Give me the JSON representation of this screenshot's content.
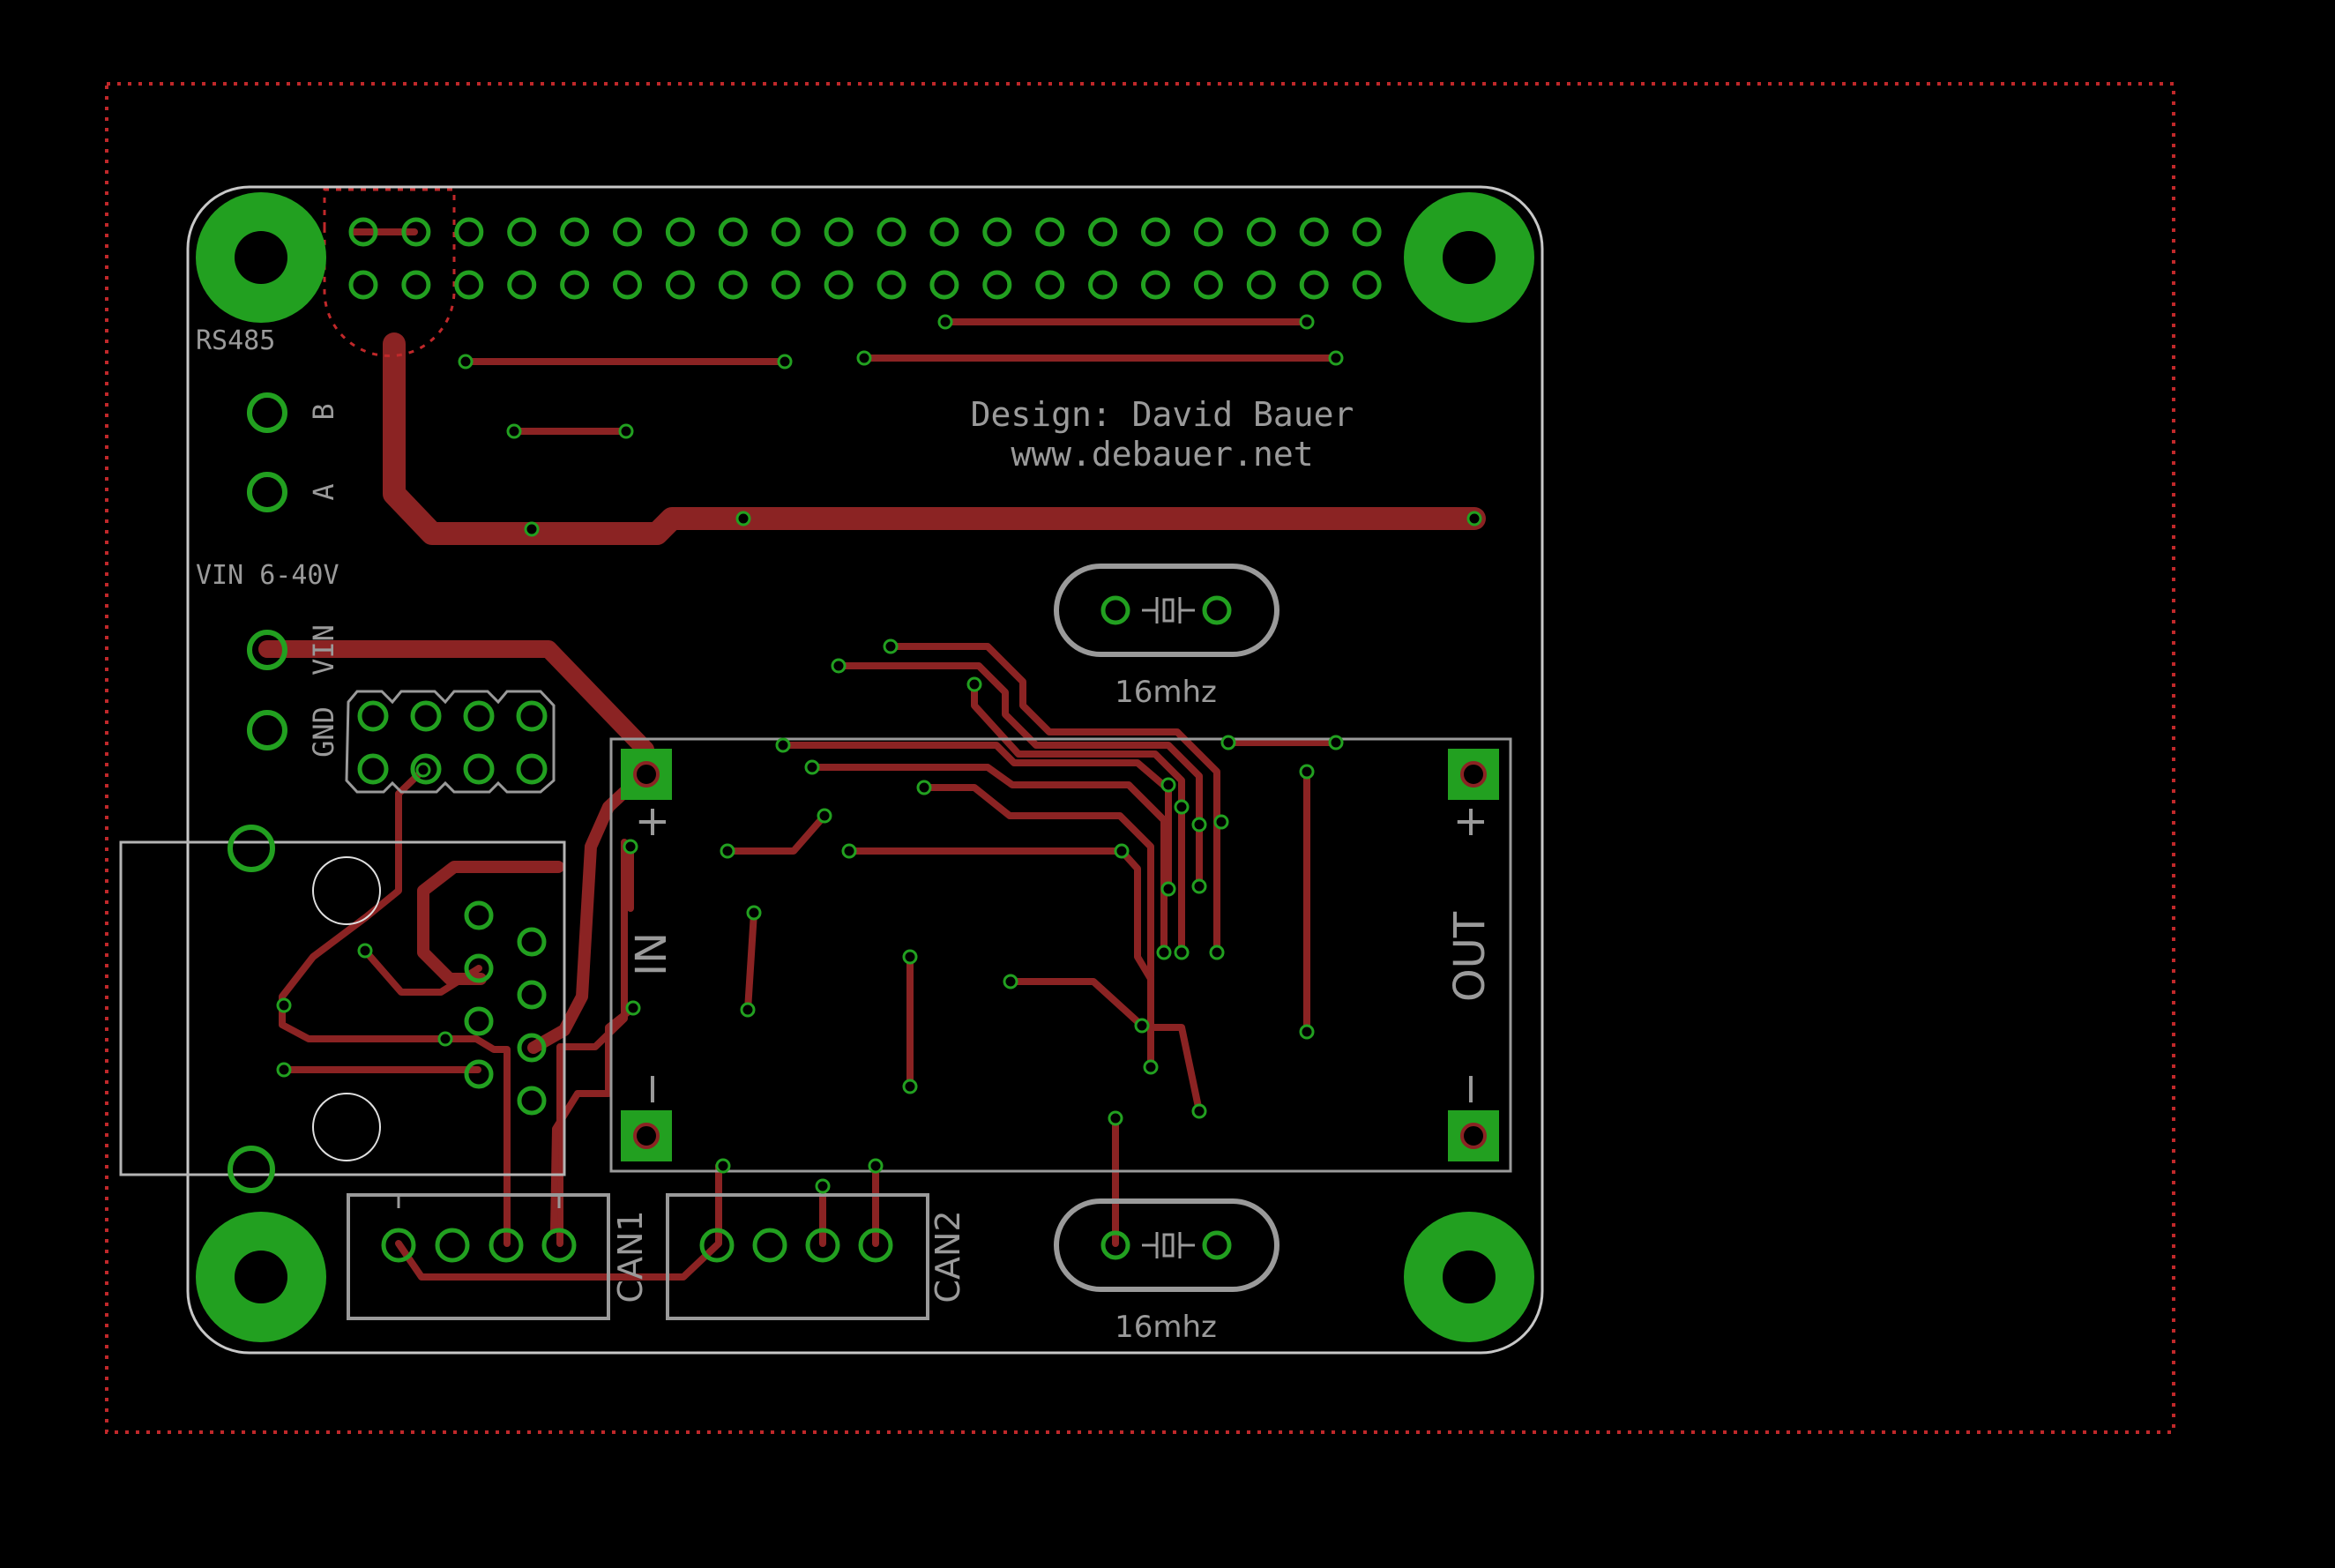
{
  "board": {
    "designer_line": "Design: David Bauer",
    "website": "www.debauer.net",
    "colors": {
      "background": "#000000",
      "copper_trace": "#8b2323",
      "pad": "#22a020",
      "silkscreen": "#9a9a9a",
      "outline": "#c8c8c8",
      "dimension": "#c0282a"
    }
  },
  "labels": {
    "rs485": "RS485",
    "b": "B",
    "a": "A",
    "vin_range": "VIN 6-40V",
    "vin": "VIN",
    "gnd": "GND",
    "converter_in": "IN",
    "converter_out": "OUT",
    "plus": "+",
    "minus": "−",
    "can1": "CAN1",
    "can2": "CAN2",
    "crystal_top": "16mhz",
    "crystal_bottom": "16mhz"
  }
}
